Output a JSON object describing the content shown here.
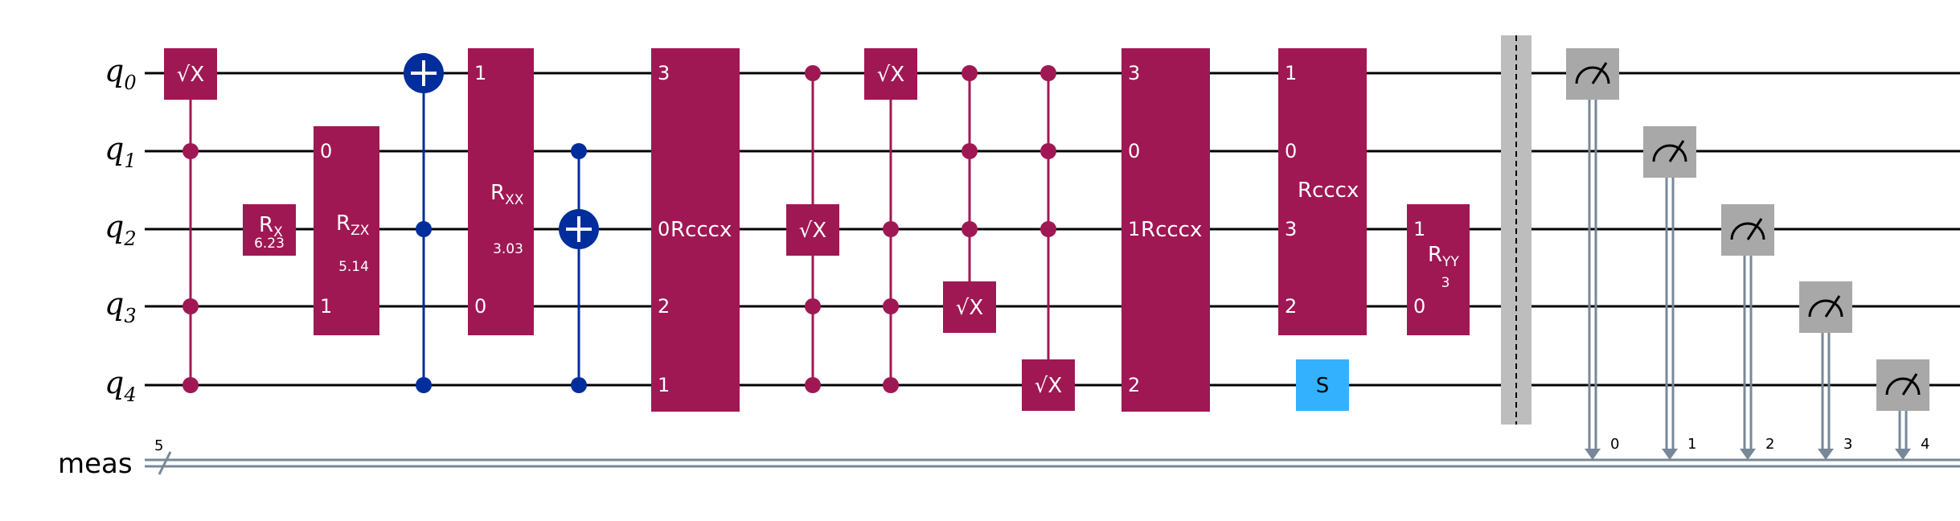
{
  "qubits": [
    {
      "name": "q",
      "index": "0"
    },
    {
      "name": "q",
      "index": "1"
    },
    {
      "name": "q",
      "index": "2"
    },
    {
      "name": "q",
      "index": "3"
    },
    {
      "name": "q",
      "index": "4"
    }
  ],
  "classical": {
    "name": "meas",
    "size": "5",
    "bits": [
      "0",
      "1",
      "2",
      "3",
      "4"
    ]
  },
  "gates": {
    "sx": "√X",
    "rx": {
      "label": "R",
      "sub": "X",
      "param": "6.23"
    },
    "rzx": {
      "label": "R",
      "sub": "ZX",
      "param": "5.14",
      "ports": [
        "0",
        "1"
      ]
    },
    "rxx": {
      "label": "R",
      "sub": "XX",
      "param": "3.03",
      "ports": [
        "1",
        "0"
      ]
    },
    "rcccx1": {
      "label": "Rcccx",
      "ports": [
        "3",
        "0",
        "2",
        "1"
      ]
    },
    "rcccx2": {
      "label": "Rcccx",
      "ports": [
        "3",
        "0",
        "1",
        "2"
      ]
    },
    "rcccx3": {
      "label": "Rcccx",
      "ports": [
        "1",
        "0",
        "3",
        "2"
      ]
    },
    "ryy": {
      "label": "R",
      "sub": "YY",
      "param": "3",
      "ports": [
        "1",
        "0"
      ]
    },
    "s": "S"
  },
  "colors": {
    "gate": "#9f1853",
    "cx": "#002d9c",
    "s_gate": "#33b1ff",
    "measure": "#a8a8a8",
    "classical_wire": "#778899",
    "barrier": "#bdbdbd"
  },
  "icons": {
    "measure": "meter-icon",
    "target": "cnot-target-icon"
  }
}
